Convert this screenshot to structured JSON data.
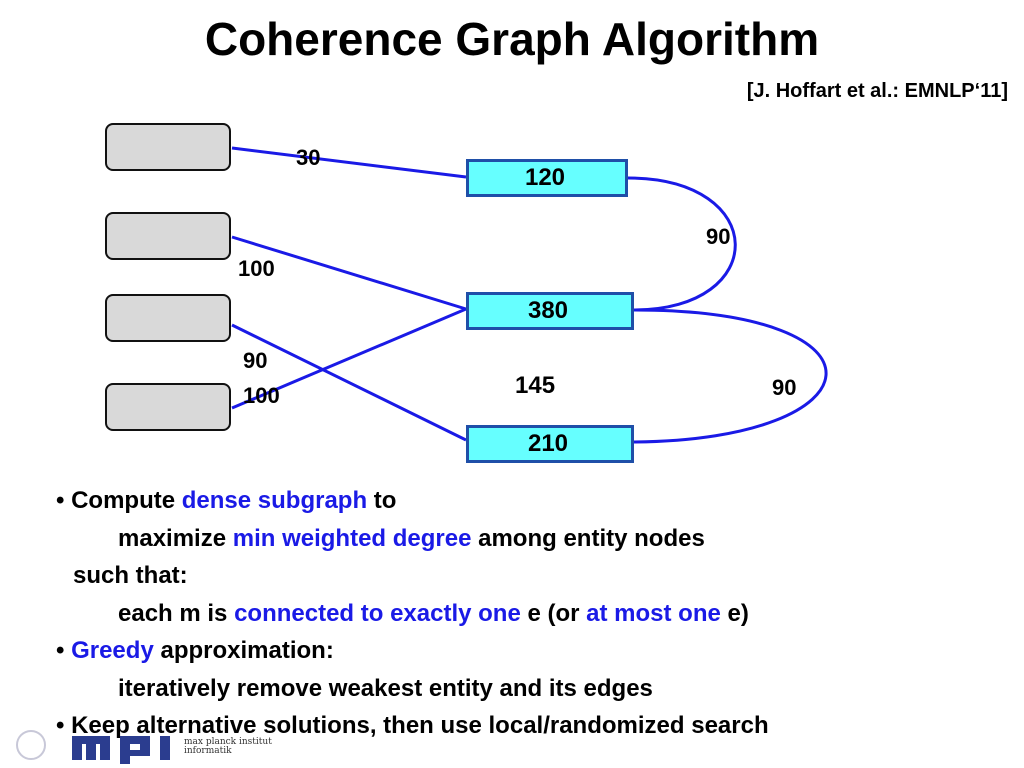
{
  "title": "Coherence Graph Algorithm",
  "citation": "[J. Hoffart et al.: EMNLP‘11]",
  "entities": {
    "e1": "120",
    "e2": "380",
    "e3": "210"
  },
  "edge_weights": {
    "m1_e1": "30",
    "m2_e2": "100",
    "m3_e3": "90",
    "m4_e2": "100",
    "e1_e2": "90",
    "e2_e3": "145",
    "e2_e3_arc": "90"
  },
  "bullets": {
    "b1_lead": "Compute ",
    "b1_hl": "dense subgraph",
    "b1_tail": " to",
    "b1_l2_lead": "maximize ",
    "b1_l2_hl": "min weighted degree",
    "b1_l2_tail": " among entity nodes",
    "b1_l3": "such that:",
    "b1_l4_lead": "each m is ",
    "b1_l4_hl1": "connected to exactly one",
    "b1_l4_mid": " e (or ",
    "b1_l4_hl2": "at most one",
    "b1_l4_tail": " e)",
    "b2_hl": "Greedy",
    "b2_tail": " approximation:",
    "b2_l2": "iteratively remove weakest entity and its edges",
    "b3": "Keep alternative solutions, then use local/randomized search"
  },
  "logo": {
    "mark": "mpi",
    "text_line1": "max planck institut",
    "text_line2": "informatik"
  },
  "colors": {
    "edge": "#1a1ae6",
    "entity_fill": "#66ffff",
    "entity_border": "#1f4fa8",
    "mention_fill": "#d9d9d9",
    "highlight": "#1a1ae6"
  }
}
